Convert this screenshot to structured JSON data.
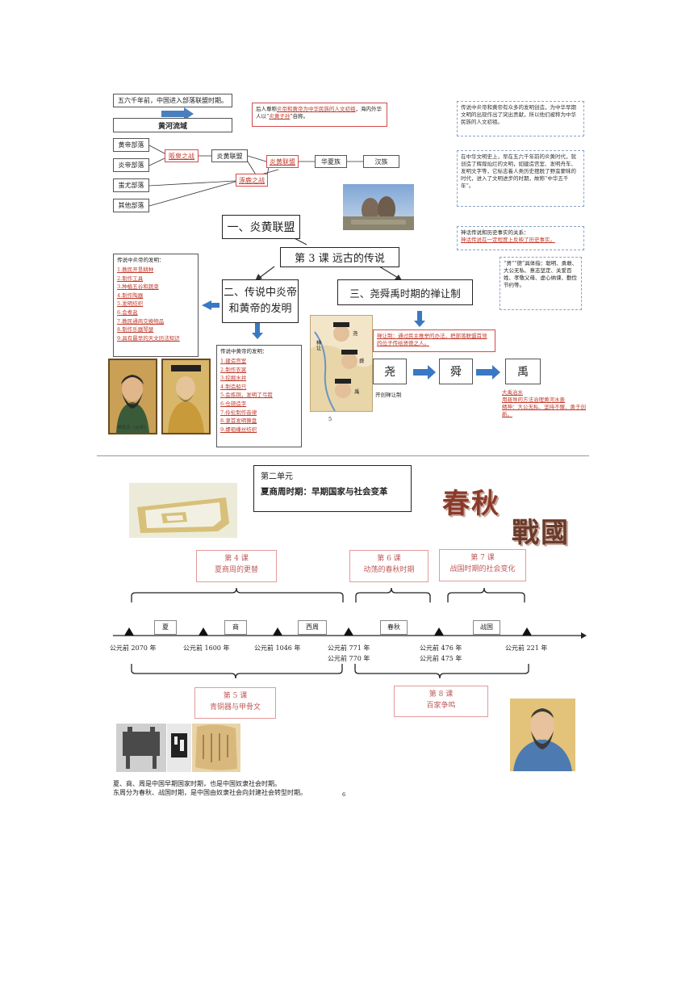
{
  "page1": {
    "intro": "五六千年前，中国进入部落联盟时期。",
    "river": "黄河流域",
    "tribes": [
      "黄帝部落",
      "炎帝部落",
      "蚩尤部落",
      "其他部落"
    ],
    "battle1": "阪泉之战",
    "alliance": "炎黄联盟",
    "battle2": "涿鹿之战",
    "alliance2": "炎黄联盟",
    "huaxia": "华夏族",
    "han": "汉族",
    "ancestor_note": {
      "pre": "后人尊称",
      "mid": "炎帝和黄帝为中华民族的人文初祖",
      "mid2": "，海内外华人以“",
      "link": "炎黄子孙",
      "post": "”自称。"
    },
    "right_note1": "传说中炎帝和黄帝有众多的发明创造，为中华早期文明的出现作出了突出贡献，所以他们被称为中华民族的人文初祖。",
    "right_note2": "在中华文明史上，早在五六千年前的炎黄时代，就创造了辉煌灿烂的文明，如建造宫室、发明舟车、发明文字等，它标志着人类历史摆脱了野蛮蒙昧的时代，进入了文明进步的时期，故称“中华五千年”。",
    "myth_note": {
      "title": "神话传说和历史事实的关系：",
      "body": "神话传说在一定程度上反映了历史事实。"
    },
    "section1": "一、炎黄联盟",
    "lesson_title": "第 3 课  远古的传说",
    "section2a": "二、传说中炎帝",
    "section2b": "和黄帝的发明",
    "section3": "三、尧舜禹时期的禅让制",
    "yandi_title": "传说中炎帝的发明：",
    "yandi_items": [
      "1.教民开垦耕种",
      "2.制作工具",
      "3.种植五谷和蔬菜",
      "4.制作陶器",
      "5.发明纺织",
      "6.会煮盐",
      "7.教民通商交换物品",
      "8.制作乐器琴瑟",
      "9.具有最早的天文历法知识"
    ],
    "huangdi_title": "传说中黄帝的发明：",
    "huangdi_items": [
      "1.建造宫室",
      "2.制作衣裳",
      "3.挖掘水井",
      "4.制造船只",
      "5.会炼铜，发明了弓箭",
      "6.仓颉造字",
      "7.伶伦制作音律",
      "8.隶首发明算盘",
      "9.嫘祖缫丝纺织"
    ],
    "virtue_note": "“贤”“德”具体指：聪明、勇敢、大公无私、意志坚定、关爱百姓、孝敬父母、虚心纳谏、勤俭节约等。",
    "shanrang": "禅让制：通过民主推举的办法，把部落联盟首领的位子传给贤德之人。",
    "yao": "尧",
    "shun": "舜",
    "yu": "禹",
    "open_shanrang": "开创禅让制",
    "yu_flood": "大禹治水",
    "yu_method": "用疏导的方法治理黄河水患",
    "yu_spirit": "精神：大公无私、坚持不懈、勇于创新。",
    "page_num": "5",
    "map_labels": [
      "尧",
      "舜",
      "禹",
      "禅让"
    ],
    "portrait_caption": "神农氏（炎帝）"
  },
  "page2": {
    "unit": "第二单元",
    "unit_title": "夏商周时期：早期国家与社会变革",
    "calligraphy1": "春秋",
    "calligraphy2": "戰國",
    "lessons_top": [
      {
        "num": "第 4 课",
        "title": "夏商周的更替"
      },
      {
        "num": "第 6 课",
        "title": "动荡的春秋时期"
      },
      {
        "num": "第 7 课",
        "title": "战国时期的社会变化"
      }
    ],
    "lessons_bottom": [
      {
        "num": "第 5 课",
        "title": "青铜器与甲骨文"
      },
      {
        "num": "第 8 课",
        "title": "百家争鸣"
      }
    ],
    "dynasties": [
      "夏",
      "商",
      "西周",
      "春秋",
      "战国"
    ],
    "dates": [
      "公元前 2070 年",
      "公元前 1600 年",
      "公元前 1046 年",
      "公元前 771 年",
      "公元前 770 年",
      "公元前 476 年",
      "公元前 475 年",
      "公元前 221 年"
    ],
    "summary1": "夏、商、周是中国早期国家时期，也是中国奴隶社会时期。",
    "summary2": "东周分为春秋、战国时期，是中国由奴隶社会向封建社会转型时期。",
    "page_num": "6"
  }
}
